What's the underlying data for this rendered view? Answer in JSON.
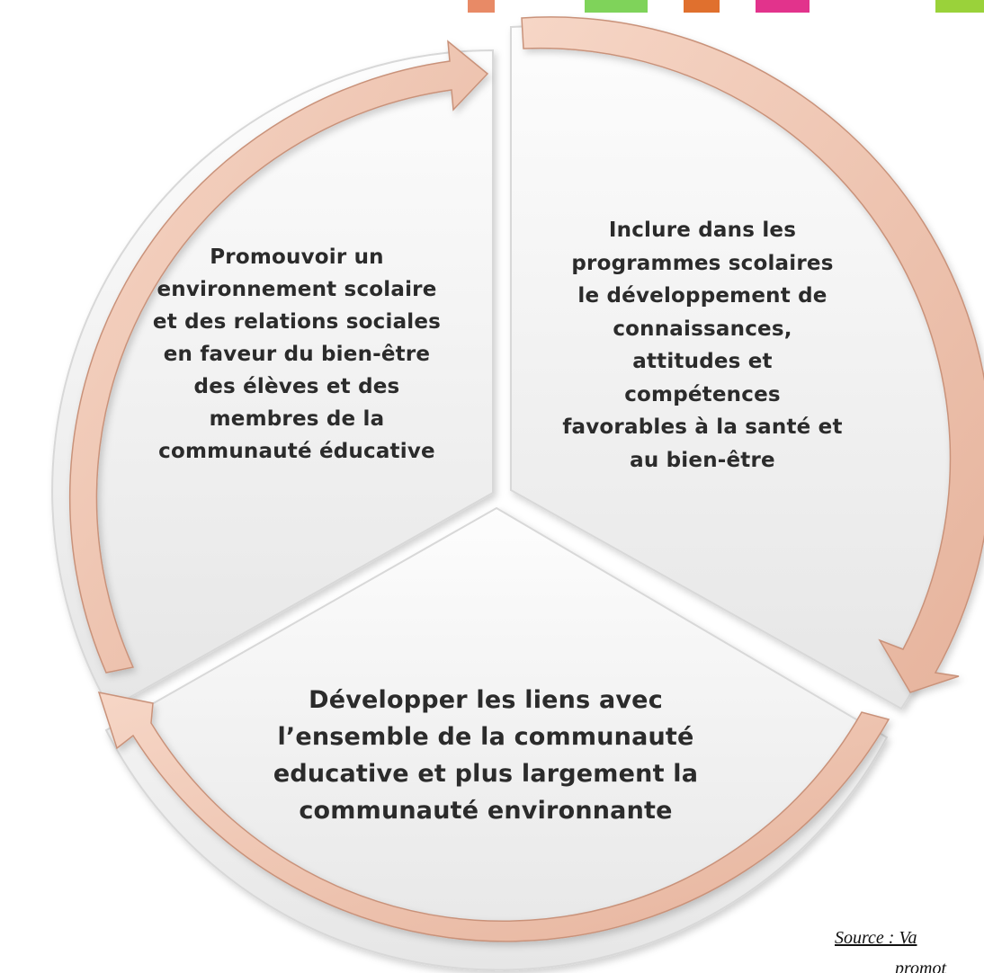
{
  "segments": {
    "left": "Promouvoir un\nenvironnement scolaire\net des relations sociales\nen faveur du bien-être\ndes élèves et des\nmembres de la\ncommunauté éducative",
    "right": "Inclure dans les\nprogrammes scolaires\nle développement de\nconnaissances,\nattitudes et\ncompétences\nfavorables à la santé et\nau bien-être",
    "bottom": "Développer les liens avec\nl’ensemble de la communauté\neducative et plus largement la\ncommunauté environnante"
  },
  "source": {
    "line1": "Source : Va",
    "line2": "promot"
  },
  "colors": {
    "arrow": "#efc3ad",
    "arrow_edge": "#c98f76",
    "segment_fill": "#efefef",
    "segment_edge": "#dcdcdc"
  }
}
